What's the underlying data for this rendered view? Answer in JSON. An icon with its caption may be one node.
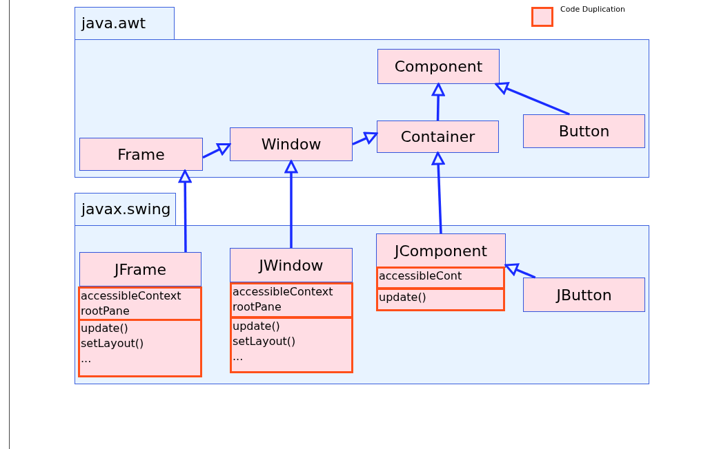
{
  "diagram": {
    "nodes": [
      {
        "text": [
          "java.awt"
        ]
      },
      {
        "text": [
          "Component"
        ],
        "in": 0
      },
      {
        "text": [
          "Frame"
        ],
        "in": 0
      },
      {
        "text": [
          "Window"
        ],
        "in": 0
      },
      {
        "text": [
          "Container"
        ],
        "in": 0
      },
      {
        "text": [
          "Button"
        ],
        "in": 0
      },
      {
        "text": [
          "javax.swing"
        ]
      },
      {
        "text": [
          "JFrame"
        ],
        "in": 6
      },
      {
        "text": [
          "accessibleContext",
          "rootPane"
        ],
        "in": 6
      },
      {
        "text": [
          "update()",
          "setLayout()",
          "..."
        ],
        "in": 6
      },
      {
        "text": [
          "JWindow"
        ],
        "in": 6
      },
      {
        "text": [
          "accessibleContext",
          "rootPane"
        ],
        "in": 6
      },
      {
        "text": [
          "update()",
          "setLayout()",
          "..."
        ],
        "in": 6
      },
      {
        "text": [
          "JComponent"
        ],
        "in": 6
      },
      {
        "text": [
          "accessibleCont"
        ],
        "in": 6
      },
      {
        "text": [
          "update()"
        ],
        "in": 6
      },
      {
        "text": [
          "JButton"
        ],
        "in": 6
      }
    ],
    "edges": [
      {
        "from": 4,
        "to": 1,
        "arrow": "to"
      },
      {
        "from": 5,
        "to": 1,
        "arrow": "to"
      },
      {
        "from": 2,
        "to": 3,
        "arrow": "to"
      },
      {
        "from": 3,
        "to": 4,
        "arrow": "to"
      },
      {
        "from": 7,
        "to": 2,
        "arrow": "to"
      },
      {
        "from": 10,
        "to": 3,
        "arrow": "to"
      },
      {
        "from": 13,
        "to": 4,
        "arrow": "to"
      },
      {
        "from": 16,
        "to": 13,
        "arrow": "to"
      }
    ],
    "legend": [
      {
        "text": "Code Duplication",
        "color": "#ffdde4"
      }
    ]
  }
}
